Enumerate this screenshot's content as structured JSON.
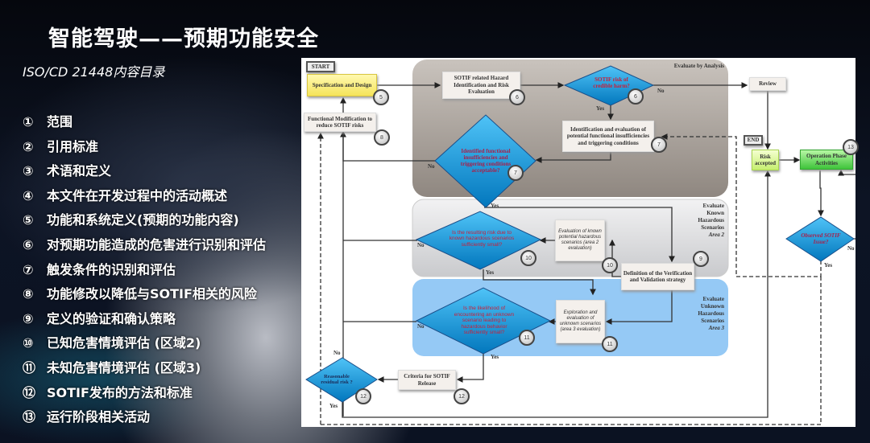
{
  "slide": {
    "title": "智能驾驶——预期功能安全",
    "subtitle": "ISO/CD 21448内容目录"
  },
  "toc": [
    {
      "num": "①",
      "text": "范围"
    },
    {
      "num": "②",
      "text": "引用标准"
    },
    {
      "num": "③",
      "text": "术语和定义"
    },
    {
      "num": "④",
      "text": "本文件在开发过程中的活动概述"
    },
    {
      "num": "⑤",
      "text": "功能和系统定义(预期的功能内容)"
    },
    {
      "num": "⑥",
      "text": "对预期功能造成的危害进行识别和评估"
    },
    {
      "num": "⑦",
      "text": "触发条件的识别和评估"
    },
    {
      "num": "⑧",
      "text": "功能修改以降低与SOTIF相关的风险"
    },
    {
      "num": "⑨",
      "text": "定义的验证和确认策略"
    },
    {
      "num": "⑩",
      "text": "已知危害情境评估 (区域2)"
    },
    {
      "num": "⑪",
      "text": "未知危害情境评估 (区域3)"
    },
    {
      "num": "⑫",
      "text": "SOTIF发布的方法和标准"
    },
    {
      "num": "⑬",
      "text": "运行阶段相关活动"
    }
  ],
  "diagram": {
    "start": "START",
    "end": "END",
    "regions": {
      "analysis": "Evaluate by Analysis",
      "known": [
        "Evaluate",
        "Known",
        "Hazardous",
        "Scenarios"
      ],
      "known_area": "Area 2",
      "unknown": [
        "Evaluate",
        "Unknown",
        "Hazardous",
        "Scenarios"
      ],
      "unknown_area": "Area 3"
    },
    "boxes": {
      "spec": "Specification and Design",
      "funcmod": "Functional Modification to reduce SOTIF risks",
      "hazard": "SOTIF related Hazard Identification and Risk Evaluation",
      "review": "Review",
      "ident": "Identification and evaluation of potential functional insufficiencies and triggering conditions",
      "risk_accepted": "Risk accepted",
      "operation": "Operation Phase Activities",
      "eval_known": "Evaluation of known potential hazardous scenarios (area 2 evaluation)",
      "vv": "Definition of the Verification and Validation strategy",
      "explore": "Exploration and evaluation of unknown scenarios (area 3 evaluation)",
      "criteria": "Criteria for SOTIF Release"
    },
    "diamonds": {
      "credible": "SOTIF risk of credible harm?",
      "insuff": "Identified functional insufficiencies and triggering conditions acceptable?",
      "known": "Is the resulting risk due to known hazardous scenarios sufficiently small?",
      "unknown": "Is the likelihood of encountering an unknown scenario leading to hazardous behavior sufficiently small?",
      "residual": "Reasonable residual risk ?",
      "observed": "Observed SOTIF Issue?"
    },
    "circles": {
      "c5": "5",
      "c6a": "6",
      "c6b": "6",
      "c7a": "7",
      "c7b": "7",
      "c8": "8",
      "c9": "9",
      "c10a": "10",
      "c10b": "10",
      "c11a": "11",
      "c11b": "11",
      "c12a": "12",
      "c12b": "12",
      "c13": "13"
    },
    "labels": {
      "yes": "Yes",
      "no": "No"
    }
  }
}
